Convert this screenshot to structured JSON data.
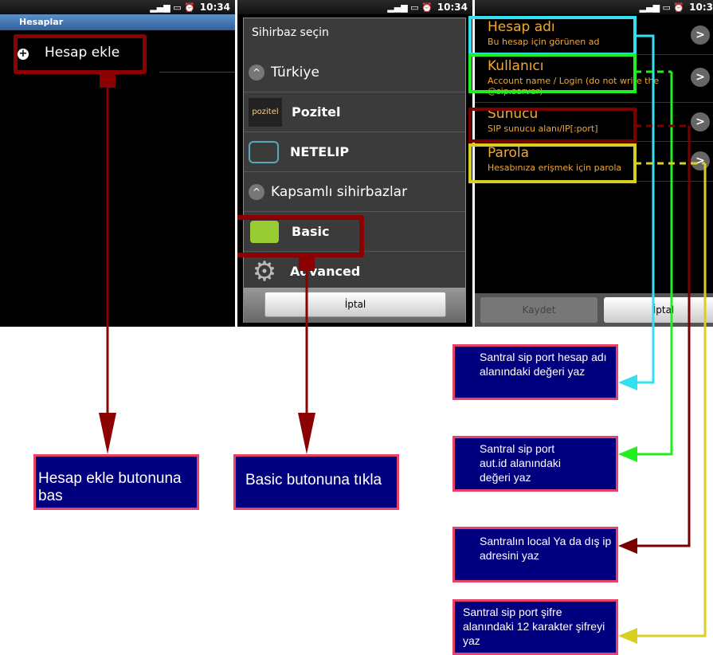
{
  "status": {
    "time": "10:34",
    "time_cut": "10:3"
  },
  "panel1": {
    "title": "Hesaplar",
    "add_account": "Hesap ekle"
  },
  "panel2": {
    "dialog_title": "Sihirbaz seçin",
    "items": [
      {
        "label": "Türkiye",
        "type": "group"
      },
      {
        "label": "Pozitel",
        "type": "provider",
        "logo": "pozitel"
      },
      {
        "label": "NETELIP",
        "type": "provider"
      },
      {
        "label": "Kapsamlı sihirbazlar",
        "type": "group"
      },
      {
        "label": "Basic",
        "type": "wizard"
      },
      {
        "label": "Advanced",
        "type": "wizard"
      }
    ],
    "cancel": "İptal"
  },
  "panel3": {
    "fields": [
      {
        "title": "Hesap adı",
        "subtitle": "Bu hesap için görünen ad"
      },
      {
        "title": "Kullanıcı",
        "subtitle": "Account name / Login (do not write the @sip.server)"
      },
      {
        "title": "Sunucu",
        "subtitle": "SIP sunucu alanı/IP[:port]"
      },
      {
        "title": "Parola",
        "subtitle": "Hesabınıza erişmek için parola"
      }
    ],
    "save": "Kaydet",
    "cancel": "İptal"
  },
  "notes": {
    "add": "Hesap ekle butonuna bas",
    "basic": "Basic butonuna tıkla",
    "account": "Santral sip port hesap adı alanındaki değeri yaz",
    "user": "Santral sip port aut.id alanındaki değeri yaz",
    "server": "Santralın local Ya da dış ip adresini yaz",
    "password": "Santral sip port şifre alanındaki 12 karakter şifreyi yaz"
  },
  "colors": {
    "accent_red": "#8b0000",
    "cyan": "#33e0f0",
    "green": "#22ee22",
    "yellow": "#d8d020",
    "note_bg": "#00007f",
    "note_border": "#e8426c",
    "field_text": "#f0a830"
  }
}
